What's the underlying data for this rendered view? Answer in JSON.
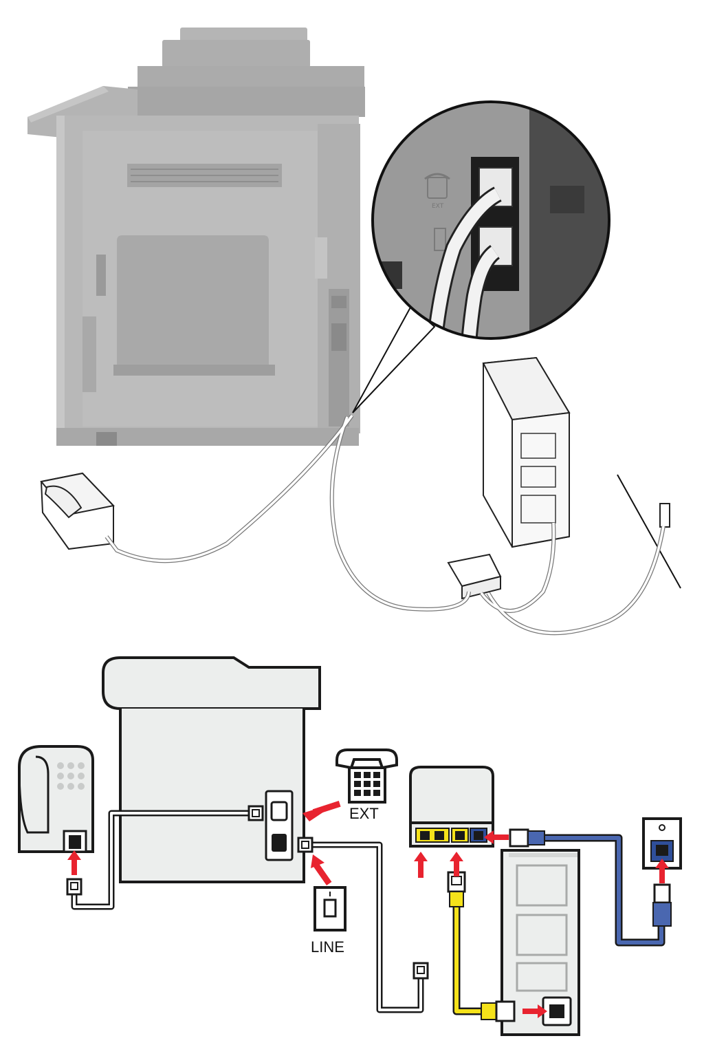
{
  "labels": {
    "ext": "EXT",
    "line": "LINE"
  },
  "photo_labels": {
    "ext": "EXT"
  },
  "colors": {
    "printer_gray": "#b8b8b8",
    "printer_dark": "#9c9c9c",
    "schematic_fill": "#eceeed",
    "outline": "#1a1a1a",
    "arrow_red": "#e8232f",
    "ethernet_yellow": "#f5e21a",
    "cable_blue": "#4a67b0",
    "port_blue": "#2f4f9a",
    "cable_white": "#ffffff"
  },
  "icons": [
    "phone-icon",
    "wall-jack-icon",
    "arrow-icon",
    "rj11-plug-icon",
    "rj45-plug-icon"
  ]
}
